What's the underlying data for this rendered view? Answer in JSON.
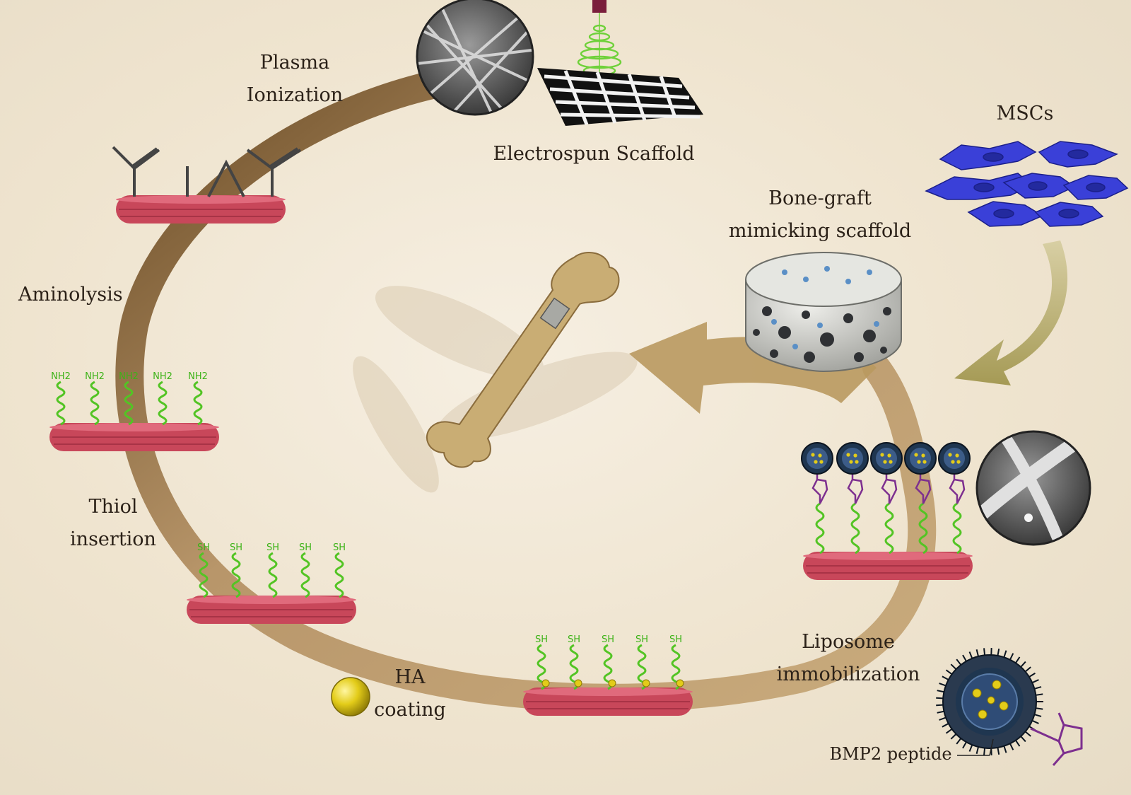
{
  "labels": {
    "plasma": [
      "Plasma",
      "Ionization"
    ],
    "electrospun": "Electrospun Scaffold",
    "mscs": "MSCs",
    "bone_graft": [
      "Bone-graft",
      "mimicking scaffold"
    ],
    "aminolysis": "Aminolysis",
    "thiol": [
      "Thiol",
      "insertion"
    ],
    "ha": [
      "HA",
      "coating"
    ],
    "liposome": [
      "Liposome",
      "immobilization"
    ],
    "bmp2": "BMP2 peptide"
  },
  "chem_labels": {
    "amine": "NH2",
    "thiol": "SH"
  },
  "colors": {
    "background": "#efe4cf",
    "cycle_arrow": "#a88a5c",
    "disk": "#c8475a",
    "linker": "#53c424",
    "msc_cell": "#3a40d8",
    "ha_particle": "#e3cc19",
    "peptide": "#7d2f8f",
    "liposome": "#1f3650",
    "bone": "#c9ad74"
  },
  "icons": [
    "electrospinning-nozzle-icon",
    "sem-fiber-icon",
    "bone-icon",
    "porous-scaffold-icon",
    "cell-icon",
    "liposome-icon"
  ]
}
